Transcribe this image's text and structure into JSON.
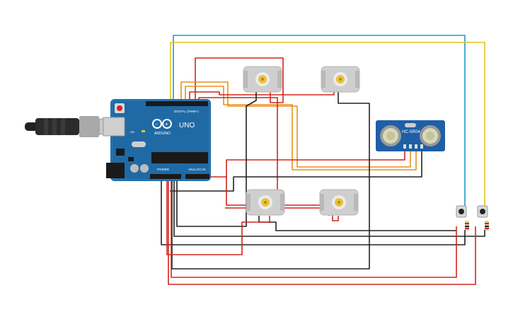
{
  "board": {
    "brand": "ARDUINO",
    "model": "UNO",
    "digital_label": "DIGITAL (PWM~)",
    "power_label": "POWER",
    "analog_label": "ANALOG IN",
    "on_label": "ON"
  },
  "sensor": {
    "model": "HC-SR04"
  },
  "colors": {
    "wire_red": "#d0261d",
    "wire_black": "#222222",
    "wire_orange": "#e8901c",
    "wire_yellow": "#e6c21a",
    "wire_blue": "#1f9bd1",
    "board_blue": "#1f6aa5",
    "sensor_blue": "#1f5fa6",
    "motor_gray": "#cfcfcf",
    "motor_hub": "#e8c23a"
  }
}
